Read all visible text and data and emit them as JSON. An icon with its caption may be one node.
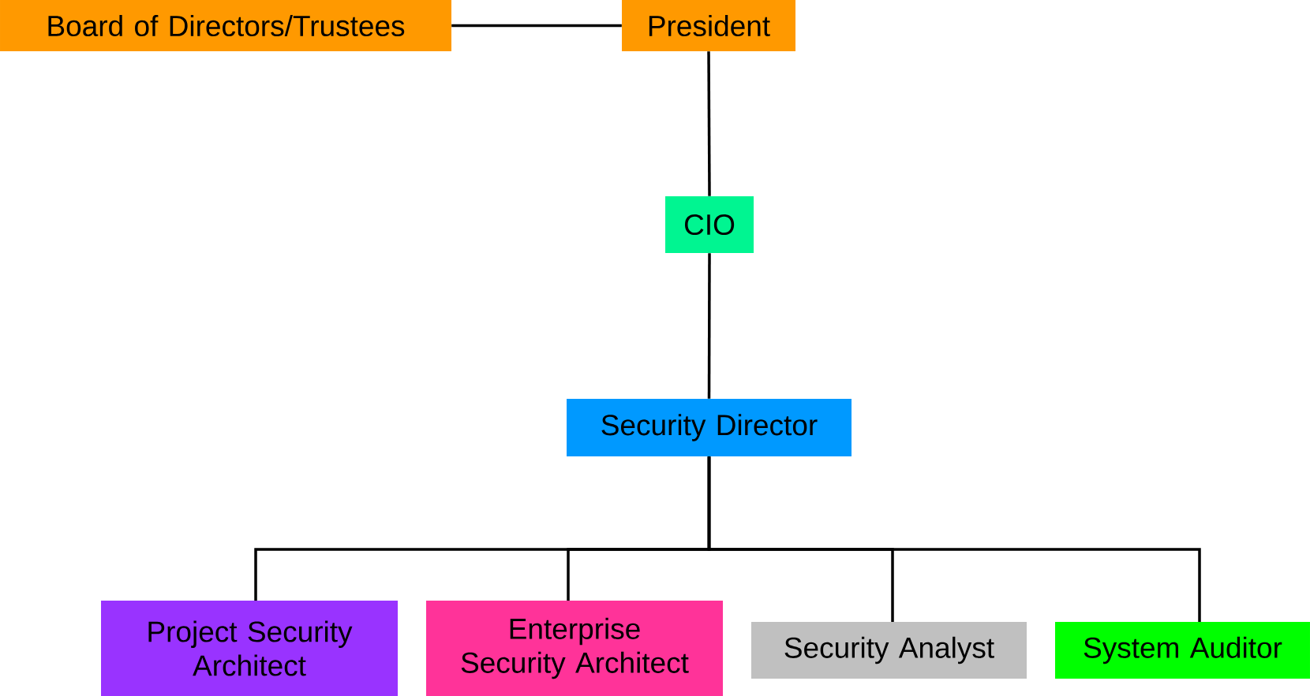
{
  "diagram": {
    "nodes": [
      {
        "text": [
          "Board of Directors/Trustees"
        ]
      },
      {
        "text": [
          "President"
        ]
      },
      {
        "text": [
          "CIO"
        ]
      },
      {
        "text": [
          "Security Director"
        ]
      },
      {
        "text": [
          "Project Security Architect"
        ]
      },
      {
        "text": [
          "Enterprise Security Architect"
        ]
      },
      {
        "text": [
          "Security Analyst"
        ]
      },
      {
        "text": [
          "System Auditor"
        ]
      }
    ],
    "edges": [
      {
        "from": 0,
        "to": 1,
        "arrow": "none"
      },
      {
        "from": 1,
        "to": 2,
        "arrow": "none"
      },
      {
        "from": 2,
        "to": 3,
        "arrow": "none"
      },
      {
        "from": 3,
        "to": 4,
        "arrow": "none"
      },
      {
        "from": 3,
        "to": 5,
        "arrow": "none"
      },
      {
        "from": 3,
        "to": 6,
        "arrow": "none"
      },
      {
        "from": 3,
        "to": 7,
        "arrow": "none"
      }
    ]
  }
}
